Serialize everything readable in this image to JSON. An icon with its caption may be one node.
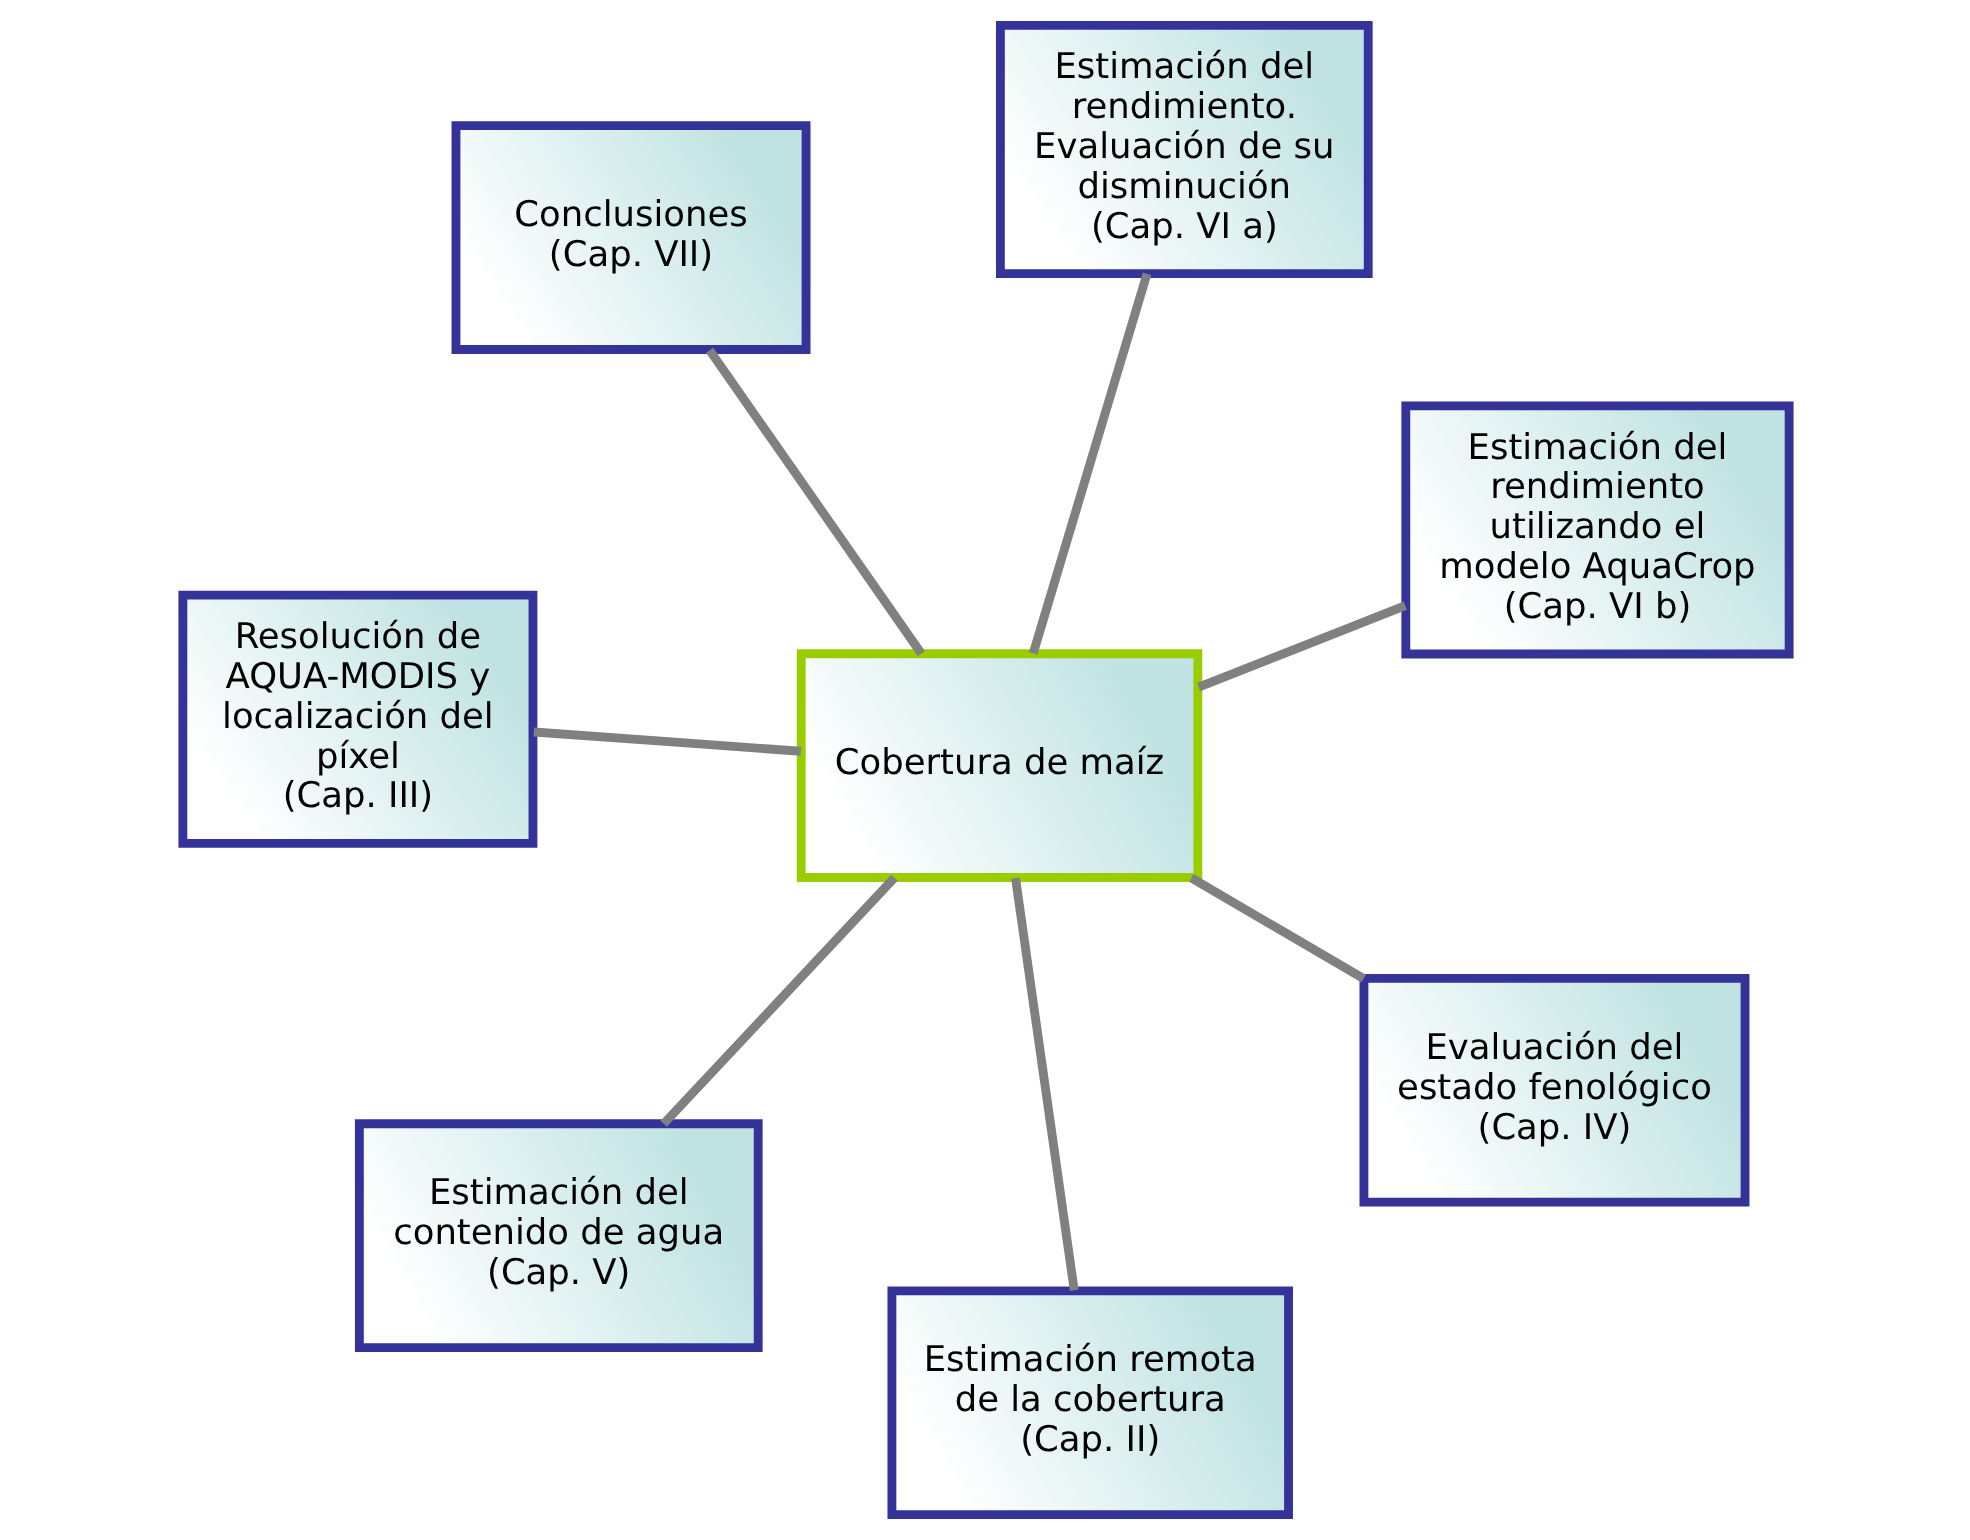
{
  "diagram": {
    "nodes": [
      {
        "text": [
          "Conclusiones",
          "(Cap. VII)"
        ]
      },
      {
        "text": [
          "Estimación del rendimiento utilizando el modelo AquaCrop",
          "(Cap. VI b)"
        ]
      },
      {
        "text": [
          "Estimación remota de la cobertura",
          "(Cap. II)"
        ]
      },
      {
        "text": [
          "Cobertura de maíz"
        ]
      },
      {
        "text": [
          "Estimación del rendimiento. Evaluación de su disminución",
          "(Cap. VI a)"
        ]
      },
      {
        "text": [
          "Resolución de AQUA-MODIS y localización del píxel",
          "(Cap. III)"
        ]
      },
      {
        "text": [
          "Estimación del contenido de agua",
          "(Cap. V)"
        ]
      },
      {
        "text": [
          "Evaluación del estado fenológico",
          "(Cap. IV)"
        ]
      }
    ],
    "edges": [
      {
        "from": 3,
        "to": 0,
        "arrow": "none"
      },
      {
        "from": 3,
        "to": 1,
        "arrow": "none"
      },
      {
        "from": 3,
        "to": 2,
        "arrow": "none"
      },
      {
        "from": 3,
        "to": 4,
        "arrow": "none"
      },
      {
        "from": 3,
        "to": 5,
        "arrow": "none"
      },
      {
        "from": 3,
        "to": 6,
        "arrow": "none"
      },
      {
        "from": 3,
        "to": 7,
        "arrow": "none"
      }
    ]
  }
}
